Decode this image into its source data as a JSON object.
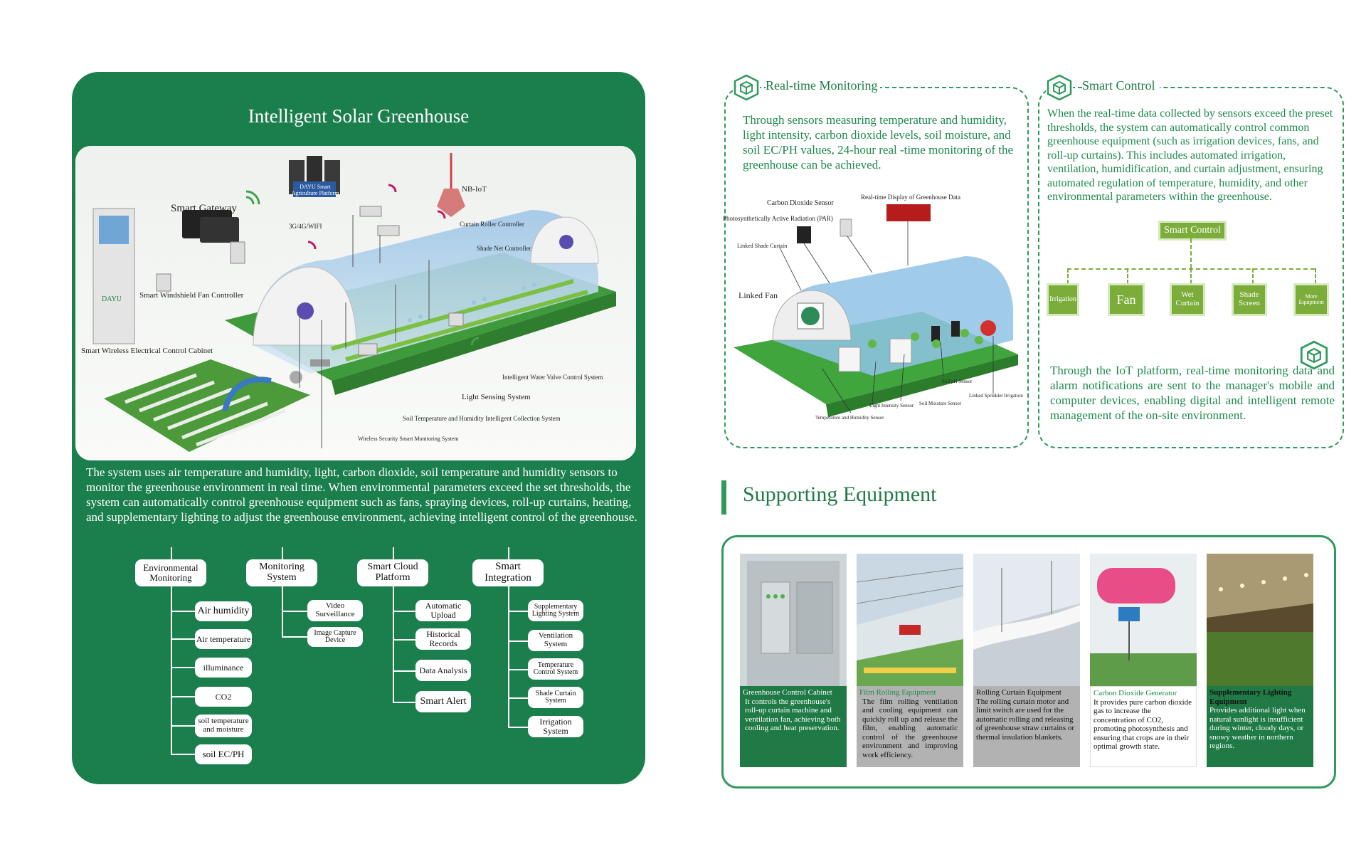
{
  "left": {
    "title": "Intelligent Solar Greenhouse",
    "hero_labels": {
      "platform": "DAYU Smart Agriculture Platform",
      "nbiot": "NB-IoT",
      "gateway": "Smart Gateway",
      "network": "3G/4G/WIFI",
      "curtain_roller": "Curtain Roller Controller",
      "shade_net": "Shade Net Controller",
      "windshield_fan": "Smart Windshield Fan Controller",
      "cabinet": "Smart Wireless Electrical Control Cabinet",
      "water_valve": "Intelligent Water Valve Control System",
      "light_sensing": "Light Sensing System",
      "soil_collection": "Soil Temperature and Humidity Intelligent Collection System",
      "security": "Wireless Security Smart Monitoring System",
      "dayu_brand": "DAYU"
    },
    "description": "The system uses air temperature and humidity, light, carbon dioxide, soil temperature and humidity sensors to monitor the greenhouse environment in real time. When environmental parameters exceed the set thresholds, the system can automatically control greenhouse equipment such as fans, spraying devices, roll-up curtains, heating, and supplementary lighting to adjust the greenhouse environment, achieving intelligent control of the greenhouse.",
    "tree": {
      "env": {
        "label": "Environmental Monitoring",
        "children": [
          "Air humidity",
          "Air temperature",
          "illuminance",
          "CO2",
          "soil temperature and moisture",
          "soil EC/PH"
        ]
      },
      "mon": {
        "label": "Monitoring System",
        "children": [
          "Video Surveillance",
          "Image Capture Device"
        ]
      },
      "cloud": {
        "label": "Smart Cloud Platform",
        "children": [
          "Automatic Upload",
          "Historical Records",
          "Data Analysis",
          "Smart Alert"
        ]
      },
      "integ": {
        "label": "Smart Integration",
        "children": [
          "Supplementary Lighting System",
          "Ventilation System",
          "Temperature Control System",
          "Shade Curtain System",
          "Irrigation System"
        ]
      }
    }
  },
  "rtm": {
    "title": "Real-time Monitoring",
    "text": "Through sensors measuring temperature and humidity, light intensity, carbon dioxide levels, soil moisture, and soil EC/PH values, 24-hour real -time monitoring of the greenhouse can be achieved.",
    "labels": {
      "co2": "Carbon Dioxide Sensor",
      "display": "Real-time Display of Greenhouse Data",
      "par": "Photosynthetically Active Radiation (PAR)",
      "shade": "Linked Shade Curtain",
      "fan": "Linked Fan",
      "soil_ph": "Soil pH Sensor",
      "sprinkler": "Linked Sprinkler Irrigation",
      "light": "Light Intensity Sensor",
      "moisture": "Soil Moisture Sensor",
      "temp_hum": "Temperature and Humidity Sensor"
    }
  },
  "sc": {
    "title": "Smart Control",
    "text": "When the real-time data collected by sensors exceed the preset thresholds, the system can automatically control common greenhouse equipment (such as irrigation devices, fans, and roll-up curtains). This includes automated irrigation, ventilation, humidification, and curtain adjustment, ensuring automated regulation of temperature, humidity, and other environmental parameters within the greenhouse.",
    "root": "Smart Control",
    "children": [
      "Irrigation",
      "Fan",
      "Wet Curtain",
      "Shade Screen",
      "More Equipment"
    ],
    "iot_text": "Through the IoT platform, real-time monitoring data and alarm notifications are sent to the manager's mobile and computer devices, enabling digital and intelligent remote management of the on-site environment."
  },
  "supporting": {
    "title": "Supporting Equipment",
    "cards": [
      {
        "title": "Greenhouse Control Cabinet",
        "text": "It controls the greenhouse's roll-up curtain machine and ventilation fan, achieving both cooling and heat preservation."
      },
      {
        "title": "Film Rolling Equipment",
        "text": "The film rolling ventilation and cooling equipment can quickly roll up and release the film, enabling automatic control of the greenhouse environment and improving work efficiency."
      },
      {
        "title": "Rolling Curtain Equipment",
        "text": "The rolling curtain motor and limit switch are used for the automatic rolling and releasing of greenhouse straw curtains or thermal insulation blankets."
      },
      {
        "title": "Carbon Dioxide Generator",
        "text": "It provides pure carbon dioxide gas to increase the concentration of CO2, promoting photosynthesis and ensuring that crops are in their optimal growth state."
      },
      {
        "title": "Supplementary Lighting Equipment",
        "text": "Provides additional light when natural sunlight is insufficient during winter, cloudy days, or snowy weather in northern regions."
      }
    ]
  },
  "colors": {
    "primary_green": "#1b7f4d",
    "light_green": "#7cad3b",
    "dashed_green": "#2e9a5c"
  }
}
